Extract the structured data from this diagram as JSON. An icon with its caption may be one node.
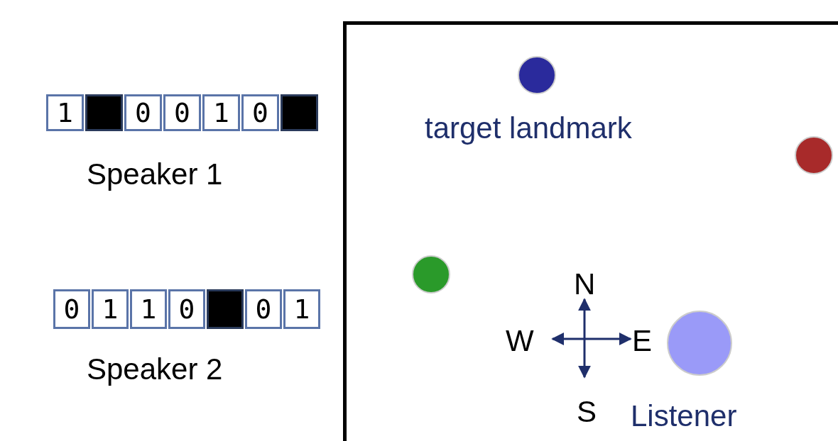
{
  "diagram": {
    "nodes": [
      {
        "text": [
          "1"
        ]
      },
      {
        "text": [],
        "shape": "box"
      },
      {
        "text": [
          "0"
        ]
      },
      {
        "text": [
          "0"
        ]
      },
      {
        "text": [
          "1"
        ]
      },
      {
        "text": [
          "0"
        ]
      },
      {
        "text": [],
        "shape": "box"
      },
      {
        "text": [
          "0"
        ]
      },
      {
        "text": [
          "1"
        ]
      },
      {
        "text": [
          "1"
        ]
      },
      {
        "text": [
          "0"
        ]
      },
      {
        "text": [],
        "shape": "box"
      },
      {
        "text": [
          "0"
        ]
      },
      {
        "text": [
          "1"
        ]
      },
      {
        "text": [],
        "shape": "box"
      },
      {
        "text": [],
        "shape": "circle",
        "in": 14,
        "beside": [
          "target landmark"
        ]
      },
      {
        "text": [],
        "shape": "circle",
        "in": 14
      },
      {
        "text": [],
        "shape": "circle",
        "in": 14
      },
      {
        "text": [],
        "shape": "circle",
        "in": 14,
        "beside": [
          "Listener"
        ]
      }
    ],
    "edges": [],
    "labels": [
      "Speaker 1",
      "Speaker 2",
      "N",
      "W",
      "E",
      "S"
    ]
  }
}
